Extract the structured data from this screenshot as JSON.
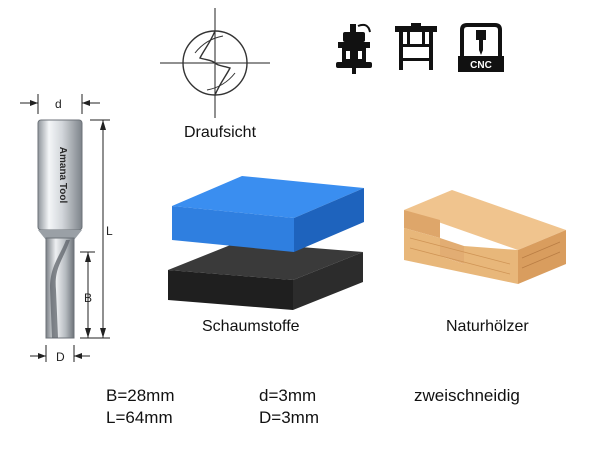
{
  "tool": {
    "brand_text": "Amana Tool",
    "dim_d": "d",
    "dim_L": "L",
    "dim_B": "B",
    "dim_D": "D"
  },
  "top_view": {
    "label": "Draufsicht"
  },
  "machine_icons": [
    {
      "icon": "router-icon"
    },
    {
      "icon": "router-table-icon"
    },
    {
      "icon": "cnc-machine-icon",
      "text": "CNC"
    }
  ],
  "materials": [
    {
      "label": "Schaumstoffe",
      "icon": "foam-blocks-icon"
    },
    {
      "label": "Naturhölzer",
      "icon": "wood-block-icon"
    }
  ],
  "specs": {
    "col1": [
      "B=28mm",
      "L=64mm"
    ],
    "col2": [
      "d=3mm",
      "D=3mm"
    ],
    "col3": [
      "zweischneidig"
    ]
  },
  "colors": {
    "foam_blue": "#2f7fe0",
    "foam_black": "#2a2a2a",
    "wood": "#e8b77a"
  }
}
